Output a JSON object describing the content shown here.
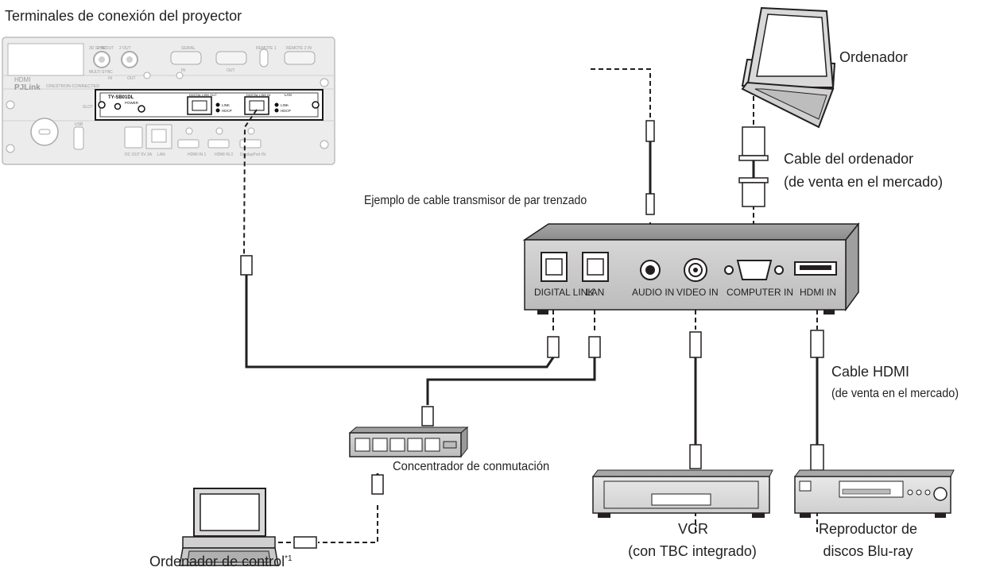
{
  "title": "Terminales de conexión del proyector",
  "projector": {
    "labels": [
      "3D SYNC",
      "1 IN/OUT",
      "2 OUT",
      "SERIAL",
      "IN",
      "OUT",
      "REMOTE 1",
      "REMOTE 2 IN",
      "MULTI SYNC",
      "IN",
      "OUT",
      "HDMI",
      "PJLink",
      "CRESTRON CONNECTED",
      "SLOT",
      "USB",
      "DC OUT 5V 2A",
      "LAN",
      "HDMI IN 1",
      "HDMI IN 2",
      "DisplayPort IN"
    ],
    "board_name": "TY-SB01DL",
    "power": "POWER",
    "dl_out": "DIGITAL LINK OUT",
    "dl_in": "DIGITAL LINK IN",
    "lan": "LAN",
    "link": "LINK",
    "hdcp": "HDCP"
  },
  "labels": {
    "ordenador": "Ordenador",
    "cable_ordenador_1": "Cable del ordenador",
    "cable_ordenador_2": "(de venta en el mercado)",
    "twisted_pair": "Ejemplo de cable transmisor de par trenzado",
    "cable_hdmi_1": "Cable HDMI",
    "cable_hdmi_2": "(de venta en el mercado)",
    "switch": "Concentrador de conmutación",
    "vcr_1": "VCR",
    "vcr_2": "(con TBC integrado)",
    "bluray_1": "Reproductor de",
    "bluray_2": "discos Blu-ray",
    "control": "Ordenador de control",
    "control_note": "*1"
  },
  "transmitter_ports": {
    "digital_link": "DIGITAL LINK",
    "lan": "LAN",
    "audio_in": "AUDIO IN",
    "video_in": "VIDEO IN",
    "computer_in": "COMPUTER IN",
    "hdmi_in": "HDMI IN"
  }
}
